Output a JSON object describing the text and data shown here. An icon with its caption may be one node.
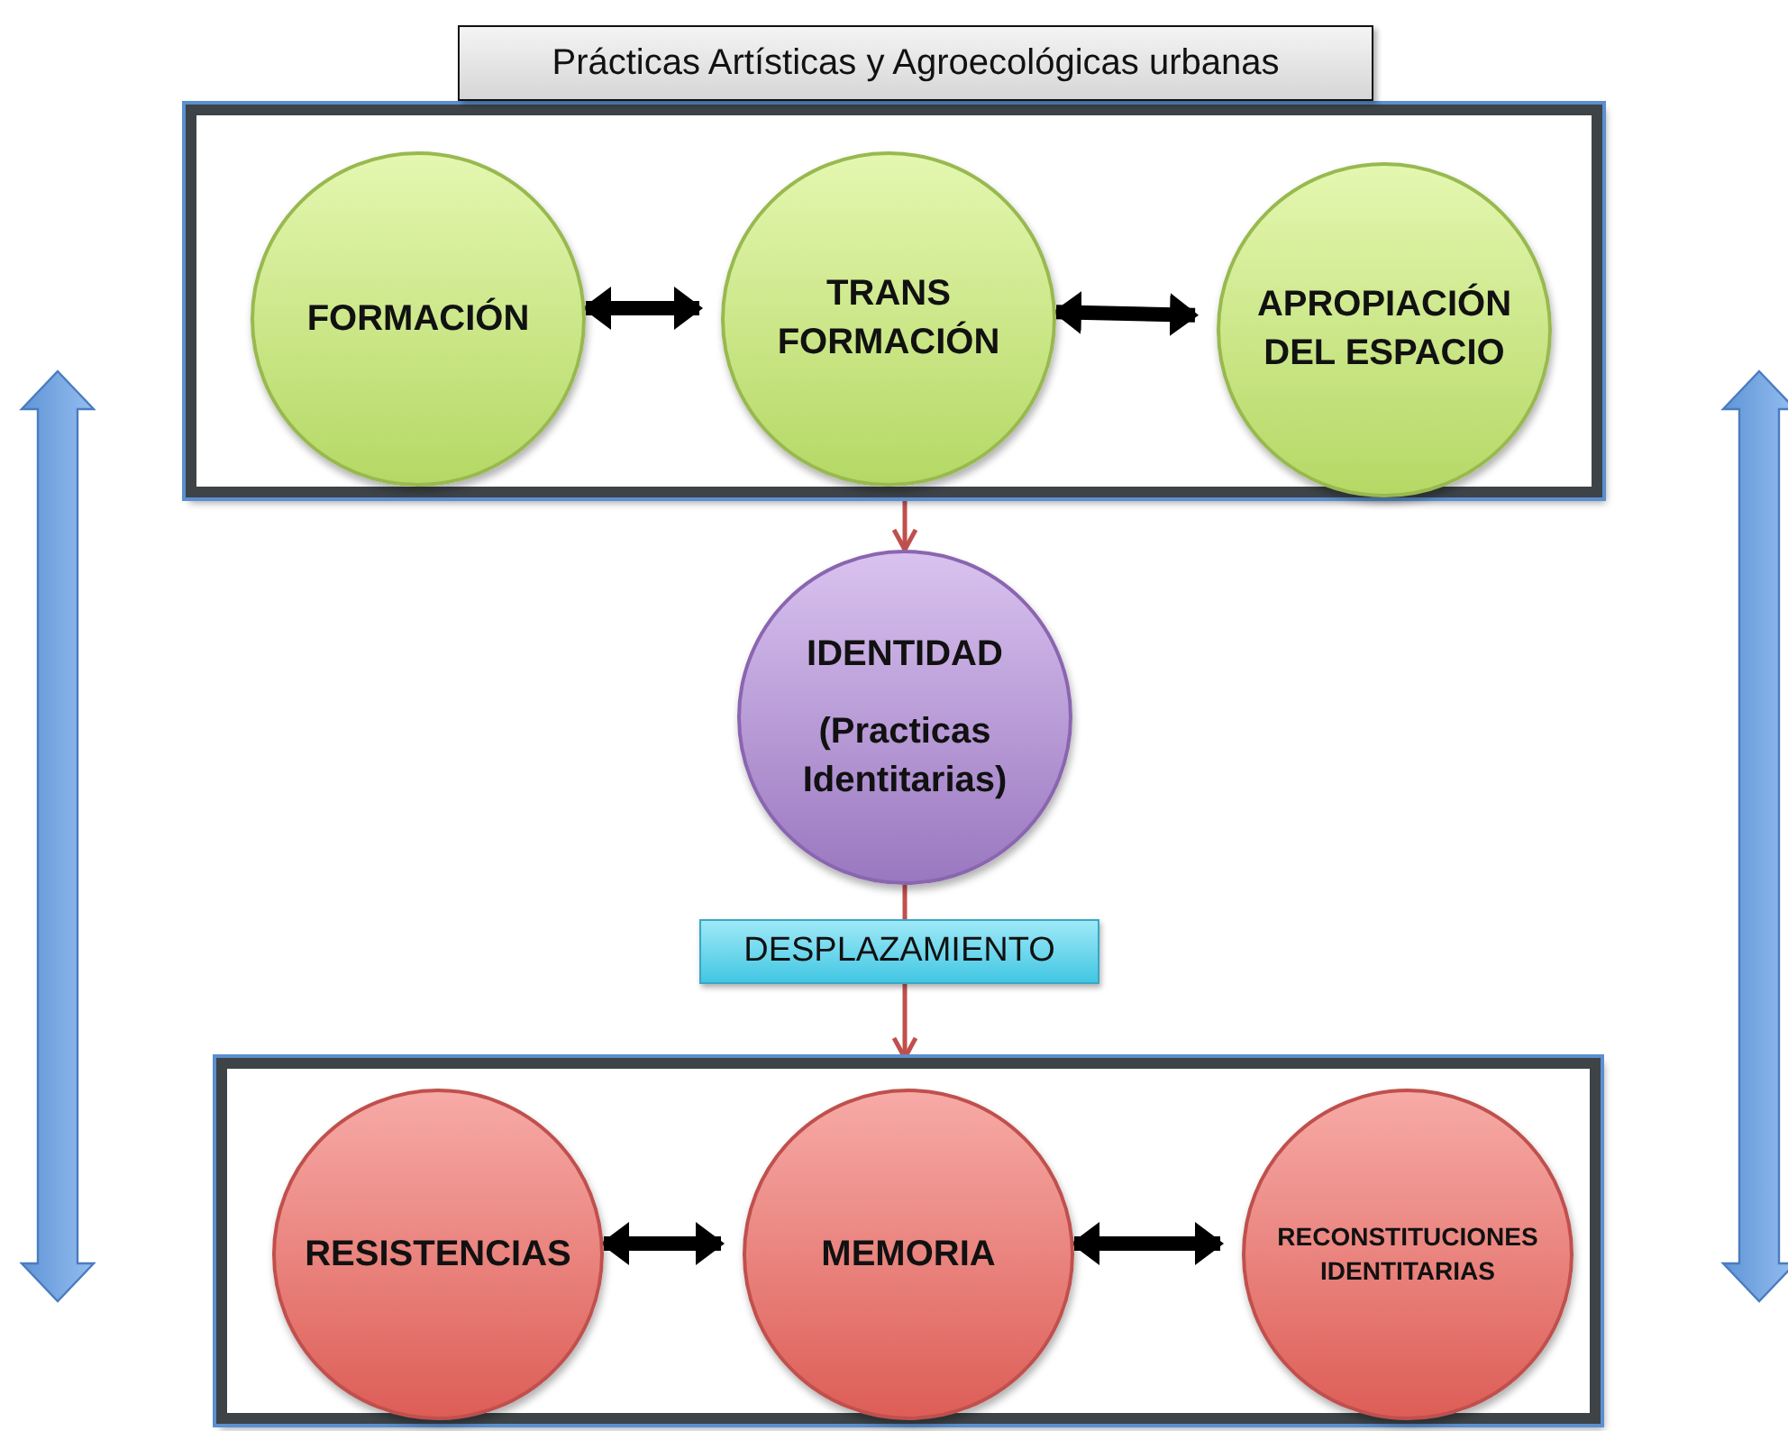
{
  "diagram": {
    "nodes": [
      {
        "text": [
          "Prácticas Artísticas y Agroecológicas urbanas"
        ]
      },
      {
        "text": [],
        "shape": "box"
      },
      {
        "text": [
          "FORMACIÓN"
        ],
        "in": 1
      },
      {
        "text": [
          "TRANS FORMACIÓN"
        ],
        "in": 1
      },
      {
        "text": [
          "APROPIACIÓN DEL ESPACIO"
        ],
        "in": 1
      },
      {
        "text": [
          "IDENTIDAD",
          "(Practicas Identitarias)"
        ]
      },
      {
        "text": [],
        "shape": "box"
      },
      {
        "text": [
          "RESISTENCIAS"
        ],
        "in": 6
      },
      {
        "text": [
          "MEMORIA"
        ],
        "in": 6
      },
      {
        "text": [
          "RECONSTITUCIONES IDENTITARIAS"
        ],
        "in": 6
      }
    ],
    "edges": [
      {
        "from": 2,
        "to": 3,
        "arrow": "both"
      },
      {
        "from": 3,
        "to": 4,
        "arrow": "both"
      },
      {
        "from": 1,
        "to": 5,
        "arrow": "to",
        "color": "#c0504d"
      },
      {
        "from": 5,
        "to": 6,
        "arrow": "to",
        "label": "DESPLAZAMIENTO",
        "color": "#c0504d"
      },
      {
        "from": 7,
        "to": 8,
        "arrow": "both"
      },
      {
        "from": 8,
        "to": 9,
        "arrow": "both"
      }
    ]
  }
}
